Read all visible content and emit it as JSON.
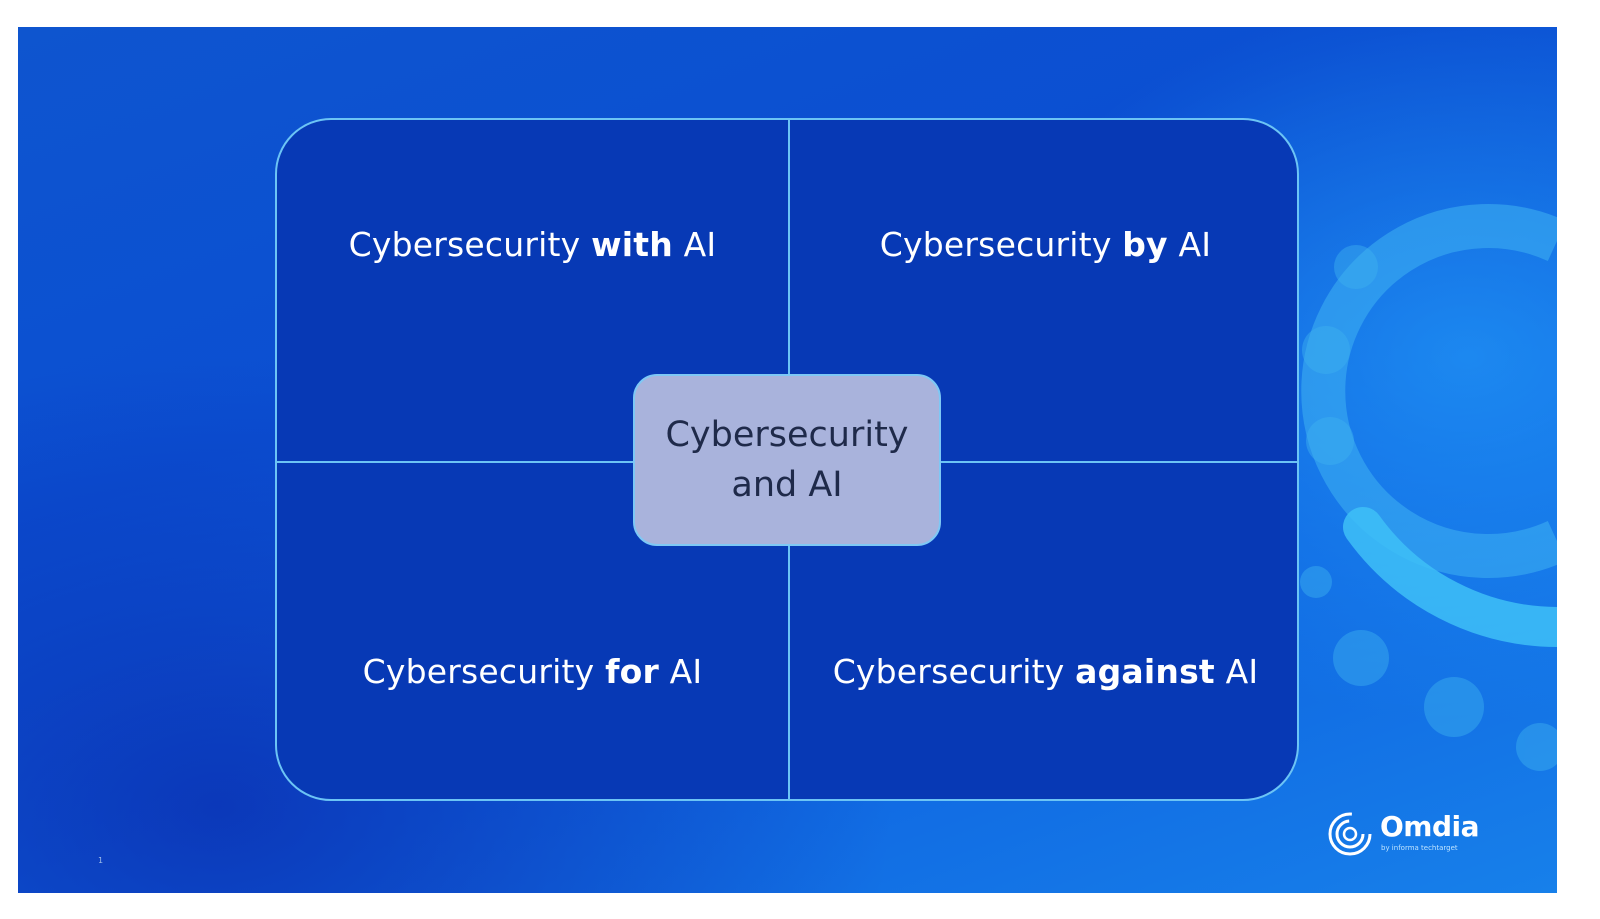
{
  "diagram": {
    "center": {
      "line1": "Cybersecurity",
      "line2": "and AI"
    },
    "quadrants": {
      "top_left": {
        "prefix": "Cybersecurity ",
        "emphasis": "with",
        "suffix": " AI"
      },
      "top_right": {
        "prefix": "Cybersecurity ",
        "emphasis": "by",
        "suffix": " AI"
      },
      "bottom_left": {
        "prefix": "Cybersecurity ",
        "emphasis": "for",
        "suffix": " AI"
      },
      "bottom_right": {
        "prefix": "Cybersecurity ",
        "emphasis": "against",
        "suffix": " AI"
      }
    }
  },
  "branding": {
    "logo_icon": "omdia-swirl-icon",
    "logo_text": "Omdia",
    "logo_subtext": "by informa techtarget"
  },
  "slide_number": "1",
  "colors": {
    "background": "#0b4fd2",
    "quadrant_fill": "#0739b5",
    "lines": "#6cc4f5",
    "center_fill": "#a9b3dc",
    "center_text": "#1f2a4a"
  }
}
